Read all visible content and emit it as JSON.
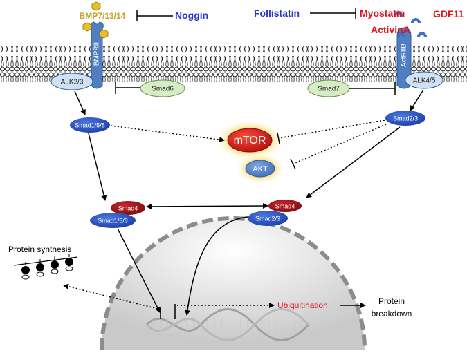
{
  "colors": {
    "blue_label": "#2b35c9",
    "red_label": "#e0141b",
    "gold_label": "#c7a227",
    "smad_blue": "#2952c9",
    "smad_red": "#a8141a",
    "receptor_blue": "#4f7fc2",
    "light_green": "#d6ecc5",
    "light_blue": "#cfe1f3",
    "mtor_red": "#d41a1a",
    "glow_yellow": "#fbe79a"
  },
  "ligands": {
    "bmp": "BMP7/13/14",
    "noggin": "Noggin",
    "follistatin": "Follistatin",
    "myostatin": "Myostatin",
    "gdf11": "GDF11",
    "activin": "ActivinA"
  },
  "receptors": {
    "bmpr": "BMPRII",
    "actr": "ActRIIB",
    "alk23": "ALK2/3",
    "alk45": "ALK4/5"
  },
  "inhibitors": {
    "smad6": "Smad6",
    "smad7": "Smad7"
  },
  "cytoplasm": {
    "smad158_top": "Smad1/5/8",
    "smad23_top": "Smad2/3",
    "mtor": "mTOR",
    "akt": "AKT",
    "smad4_left": "Smad4",
    "smad158_bottom": "Smad1/5/8",
    "smad4_right": "Smad4",
    "smad23_bottom": "Smad2/3"
  },
  "outputs": {
    "protein_synthesis": "Protein synthesis",
    "ubiquitination": "Ubiquitination",
    "protein_breakdown_line1": "Protein",
    "protein_breakdown_line2": "breakdown"
  }
}
